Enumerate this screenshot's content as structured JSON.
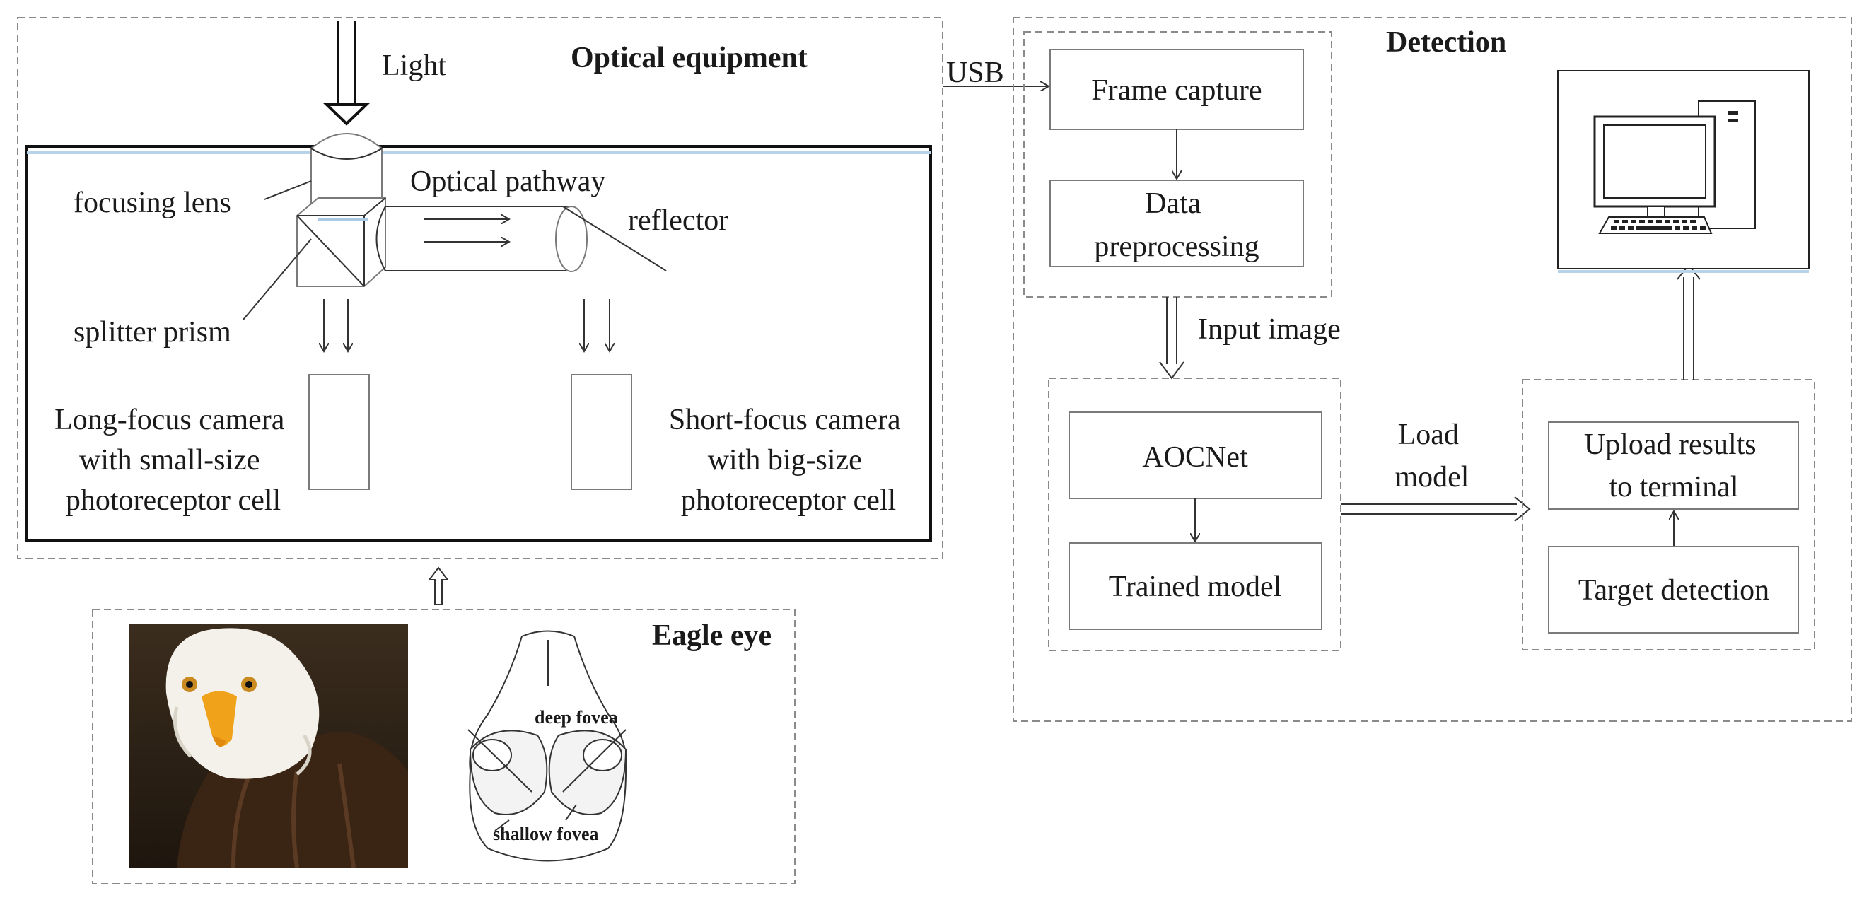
{
  "optical": {
    "title": "Optical equipment",
    "light": "Light",
    "focusing_lens": "focusing lens",
    "optical_pathway": "Optical pathway",
    "reflector": "reflector",
    "splitter_prism": "splitter prism",
    "long_cam": [
      "Long-focus camera",
      "with small-size",
      "photoreceptor cell"
    ],
    "short_cam": [
      "Short-focus camera",
      "with big-size",
      "photoreceptor cell"
    ]
  },
  "eagle": {
    "title": "Eagle eye",
    "deep_fovea": "deep fovea",
    "shallow_fovea": "shallow fovea"
  },
  "usb": "USB",
  "detection": {
    "title": "Detection",
    "frame_capture": "Frame capture",
    "data_preprocessing": [
      "Data",
      "preprocessing"
    ],
    "input_image": "Input image",
    "aocnet": "AOCNet",
    "trained_model": "Trained model",
    "load_model": [
      "Load",
      "model"
    ],
    "upload_results": [
      "Upload results",
      "to terminal"
    ],
    "target_detection": "Target detection"
  }
}
